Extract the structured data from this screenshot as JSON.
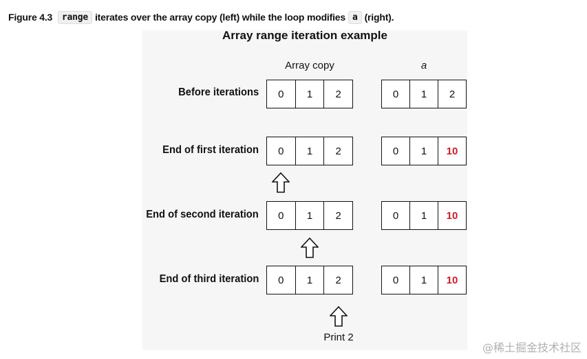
{
  "caption": {
    "figure": "Figure 4.3",
    "code1": "range",
    "text1": "iterates over the array copy (left) while the loop modifies",
    "code2": "a",
    "text2": "(right)."
  },
  "diagram": {
    "title": "Array range iteration example",
    "col_copy": "Array copy",
    "col_a": "a",
    "rows": [
      {
        "label": "Before iterations",
        "copy": [
          "0",
          "1",
          "2"
        ],
        "a": [
          "0",
          "1",
          "2"
        ]
      },
      {
        "label": "End of first iteration",
        "copy": [
          "0",
          "1",
          "2"
        ],
        "a": [
          "0",
          "1",
          "10"
        ]
      },
      {
        "label": "End of second iteration",
        "copy": [
          "0",
          "1",
          "2"
        ],
        "a": [
          "0",
          "1",
          "10"
        ]
      },
      {
        "label": "End of third iteration",
        "copy": [
          "0",
          "1",
          "2"
        ],
        "a": [
          "0",
          "1",
          "10"
        ]
      }
    ],
    "print_label": "Print 2",
    "highlight_color": "#c41e2a"
  },
  "watermark": "@稀土掘金技术社区"
}
